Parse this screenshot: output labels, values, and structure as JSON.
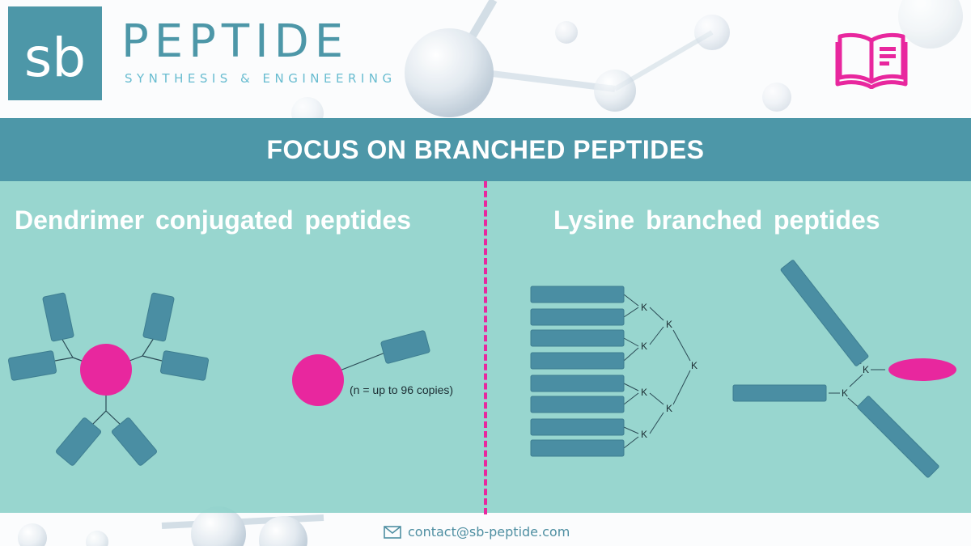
{
  "colors": {
    "brand_teal": "#4d97a8",
    "panel_mint": "#86cfc7",
    "accent_magenta": "#e8279e",
    "text_white": "#ffffff"
  },
  "header": {
    "logo_text": "sb",
    "brand_name": "PEPTIDE",
    "brand_tagline": "SYNTHESIS & ENGINEERING",
    "book_icon": "book-icon"
  },
  "title": "FOCUS ON BRANCHED PEPTIDES",
  "left": {
    "heading": "Dendrimer conjugated peptides",
    "note": "(n = up to 96 copies)"
  },
  "right": {
    "heading": "Lysine branched peptides",
    "lysine_label": "K"
  },
  "footer": {
    "mail_icon": "mail-icon",
    "email": "contact@sb-peptide.com"
  }
}
